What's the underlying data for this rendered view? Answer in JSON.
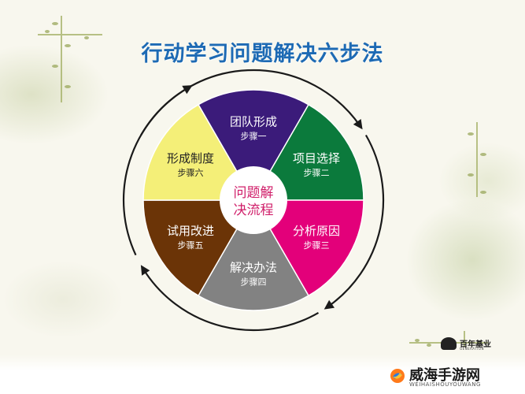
{
  "title": "行动学习问题解决六步法",
  "center_label": "问题解决流程",
  "center_lines": [
    "问题解",
    "决流程"
  ],
  "steps": [
    {
      "name": "团队形成",
      "step": "步骤一",
      "color": "#3b1b7a",
      "text_color": "#ffffff"
    },
    {
      "name": "项目选择",
      "step": "步骤二",
      "color": "#0b7a3c",
      "text_color": "#ffffff"
    },
    {
      "name": "分析原因",
      "step": "步骤三",
      "color": "#e3007a",
      "text_color": "#ffffff"
    },
    {
      "name": "解决办法",
      "step": "步骤四",
      "color": "#828282",
      "text_color": "#ffffff"
    },
    {
      "name": "试用改进",
      "step": "步骤五",
      "color": "#6b3407",
      "text_color": "#ffffff"
    },
    {
      "name": "形成制度",
      "step": "步骤六",
      "color": "#f4ef78",
      "text_color": "#222222"
    }
  ],
  "colors": {
    "title": "#1d6ab4",
    "ring": "#1a1a1a"
  },
  "logo": {
    "name": "百年基业",
    "sub": "GENERATION"
  },
  "watermark": {
    "name": "威海手游网",
    "sub": "WEIHAISHOUYOUWANG"
  }
}
